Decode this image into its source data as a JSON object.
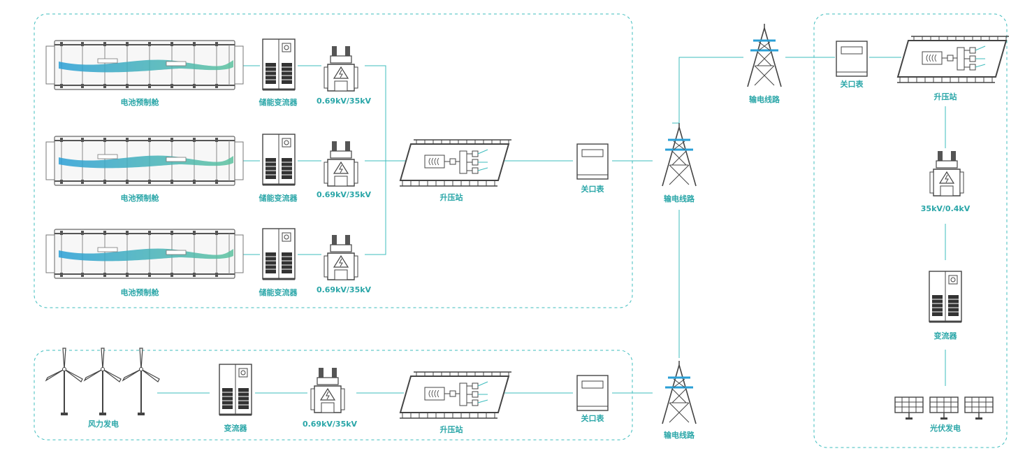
{
  "colors": {
    "accent": "#2aa6a8",
    "line": "#3dbcbd",
    "icon": "#333333",
    "battery_band_start": "#2a9fd6",
    "battery_band_end": "#5cc29f"
  },
  "labels": {
    "battery": "电池预制舱",
    "pcs": "储能变流器",
    "transformer_ratio": "0.69kV/35kV",
    "substation": "升压站",
    "meter": "关口表",
    "line": "输电线路",
    "wind": "风力发电",
    "converter": "变流器",
    "ratio_low": "35kV/0.4kV",
    "pv": "光伏发电"
  }
}
